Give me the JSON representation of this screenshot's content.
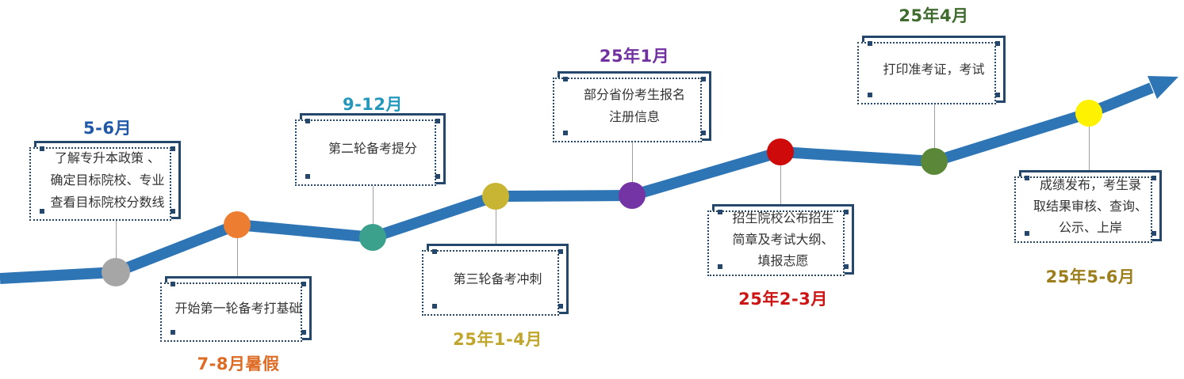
{
  "colors": {
    "trend_line": "#2E75B6",
    "box_border": "#24476B",
    "connector": "#A0A0A0",
    "box_text": "#333333",
    "background": "#FFFFFF"
  },
  "milestones": [
    {
      "period": "5-6月",
      "period_color": "#2058A8",
      "dot_color": "#A6A6A6",
      "lines": [
        "了解专升本政策 、",
        "确定目标院校、专业",
        "查看目标院校分数线"
      ]
    },
    {
      "period": "7-8月暑假",
      "period_color": "#DD6B24",
      "dot_color": "#ED7D31",
      "lines": [
        "开始第一轮备考打基础"
      ]
    },
    {
      "period": "9-12月",
      "period_color": "#2398BC",
      "dot_color": "#3BA18C",
      "lines": [
        "第二轮备考提分"
      ]
    },
    {
      "period": "25年1-4月",
      "period_color": "#C0A62C",
      "dot_color": "#C8B534",
      "lines": [
        "第三轮备考冲刺"
      ]
    },
    {
      "period": "25年1月",
      "period_color": "#7030A0",
      "dot_color": "#7434A4",
      "lines": [
        "部分省份考生报名",
        "注册信息"
      ]
    },
    {
      "period": "25年2-3月",
      "period_color": "#CC1414",
      "dot_color": "#CE0A0A",
      "lines": [
        "招生院校公布招生",
        "简章及考试大纲、",
        "填报志愿"
      ]
    },
    {
      "period": "25年4月",
      "period_color": "#3F6B2E",
      "dot_color": "#5A8838",
      "lines": [
        "打印准考证，考试"
      ]
    },
    {
      "period": "25年5-6月",
      "period_color": "#9C7F1C",
      "dot_color": "#FFF200",
      "lines": [
        "成绩发布，考生录",
        "取结果审核、查询、",
        "公示、上岸"
      ]
    }
  ]
}
